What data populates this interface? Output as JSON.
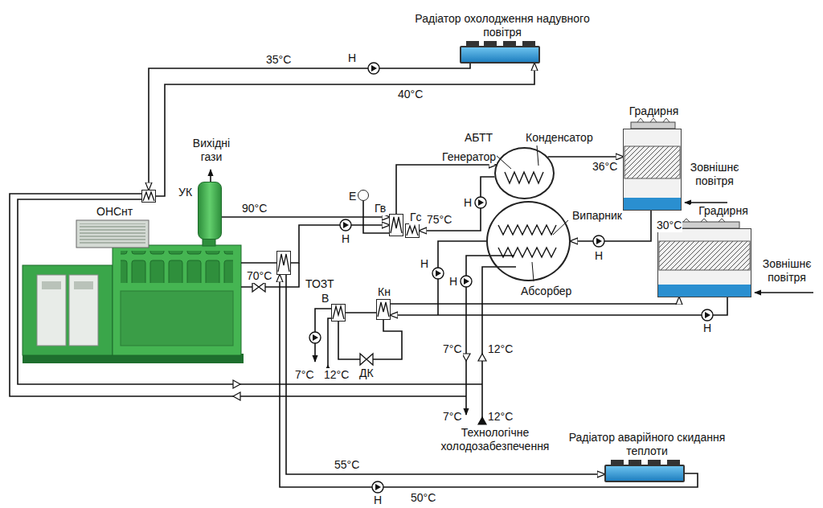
{
  "diagram": {
    "nodes": [
      {
        "text": [
          "Радіатор охолодження надувного повітря"
        ]
      },
      {
        "text": [
          "ОНСнт"
        ]
      },
      {
        "text": [
          "УК"
        ]
      },
      {
        "text": [
          "Гв"
        ]
      },
      {
        "text": [
          "Гс"
        ]
      },
      {
        "text": [
          "Е"
        ]
      },
      {
        "text": [
          "В"
        ]
      },
      {
        "text": [
          "Кн"
        ]
      },
      {
        "text": [
          "ДК"
        ]
      },
      {
        "text": [
          "ТОЗТ"
        ]
      },
      {
        "text": [
          "АБТТ",
          "Генератор",
          "Конденсатор"
        ]
      },
      {
        "text": [
          "Випарник",
          "Абсорбер"
        ]
      },
      {
        "text": [
          "Градирня"
        ]
      },
      {
        "text": [
          "Градирня"
        ]
      },
      {
        "text": [
          "Радіатор аварійного скидання теплоти"
        ]
      }
    ],
    "edges": [
      {
        "from": 1,
        "to": 0,
        "arrow": "to"
      },
      {
        "from": 0,
        "to": 1,
        "arrow": "to"
      },
      {
        "from": 2,
        "to": 3,
        "arrow": "to"
      },
      {
        "from": 3,
        "to": 10,
        "arrow": "to"
      },
      {
        "from": 10,
        "to": 4,
        "arrow": "to"
      },
      {
        "from": 9,
        "to": 3,
        "arrow": "to"
      },
      {
        "from": 5,
        "to": 3,
        "arrow": "none"
      },
      {
        "from": 6,
        "to": 8,
        "arrow": "none"
      },
      {
        "from": 8,
        "to": 7,
        "arrow": "none"
      },
      {
        "from": 6,
        "to": 7,
        "arrow": "none"
      },
      {
        "from": 7,
        "to": 13,
        "arrow": "to"
      },
      {
        "from": 13,
        "to": 7,
        "arrow": "to"
      },
      {
        "from": 10,
        "to": 12,
        "arrow": "to"
      },
      {
        "from": 12,
        "to": 11,
        "arrow": "to"
      },
      {
        "from": 9,
        "to": 14,
        "arrow": "to"
      },
      {
        "from": 14,
        "to": 9,
        "arrow": "to"
      }
    ],
    "labels": [
      "35°C",
      "Н",
      "40°C",
      "Вихідні гази",
      "90°C",
      "75°C",
      "Н",
      "Н",
      "70°C",
      "Н",
      "Н",
      "Н",
      "Н",
      "Н",
      "36°C",
      "30°C",
      "Зовнішнє повітря",
      "Зовнішнє повітря",
      "7°C",
      "12°C",
      "7°C",
      "12°C",
      "7°C",
      "12°C",
      "Технологічне холодозабезпечення",
      "55°C",
      "50°C"
    ]
  }
}
